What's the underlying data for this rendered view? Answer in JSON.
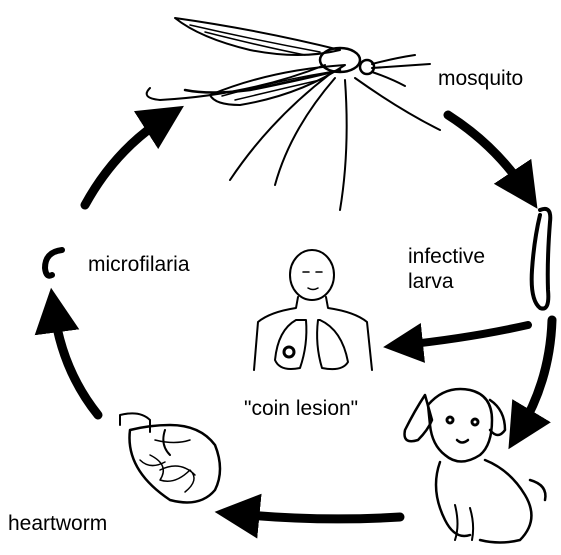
{
  "labels": {
    "mosquito": "mosquito",
    "infective_larva": [
      "infective",
      "larva"
    ],
    "microfilaria": "microfilaria",
    "coin_lesion": "\"coin lesion\"",
    "heartworm": "heartworm"
  },
  "colors": {
    "ink": "#000000",
    "background": "#ffffff"
  }
}
